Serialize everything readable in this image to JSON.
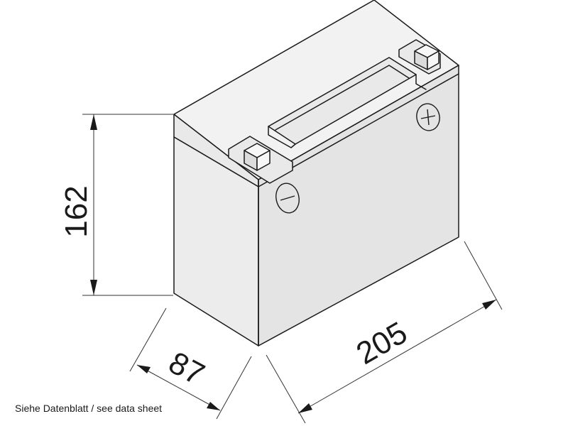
{
  "dimensions": {
    "height": "162",
    "depth": "87",
    "width": "205"
  },
  "polarity": {
    "positive": "+",
    "negative": "−"
  },
  "note": "Siehe Datenblatt / see data sheet",
  "colors": {
    "line": "#1a1a1a",
    "background": "#ffffff"
  },
  "icons": {
    "positive_terminal": "plus-terminal-icon",
    "negative_terminal": "minus-terminal-icon"
  }
}
